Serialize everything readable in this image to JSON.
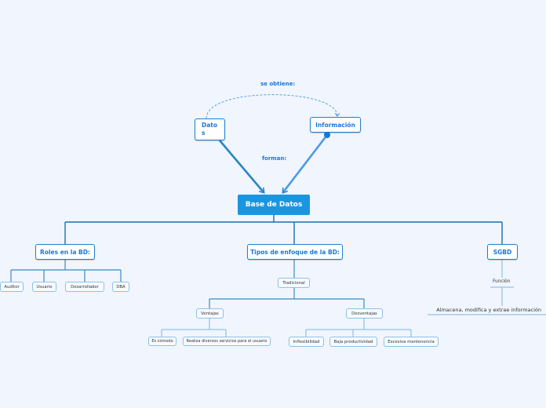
{
  "top": {
    "datos": "Dato s",
    "informacion": "Información",
    "se_obtiene": "se obtiene:",
    "forman": "forman:"
  },
  "root": "Base de Datos",
  "roles": {
    "title": "Roles en la BD:",
    "items": [
      "Auditor",
      "Usuario",
      "Desarrollador",
      "DBA"
    ]
  },
  "tipos": {
    "title": "Tipos de enfoque de la BD:",
    "tradicional": "Tradicional",
    "ventajas": {
      "label": "Ventajas",
      "items": [
        "Es cómodo",
        "Realiza diversos servicios para el usuario"
      ]
    },
    "desventajas": {
      "label": "Desventajas",
      "items": [
        "Inflexibilidad",
        "Baja productividad",
        "Excesiva mantenencia"
      ]
    }
  },
  "sgbd": {
    "title": "SGBD",
    "funcion": "Función",
    "descripcion": "Almacena, modifica y extrae información"
  },
  "colors": {
    "accent": "#1a96e0",
    "background": "#f1f5fd",
    "line": "#1570b0"
  }
}
